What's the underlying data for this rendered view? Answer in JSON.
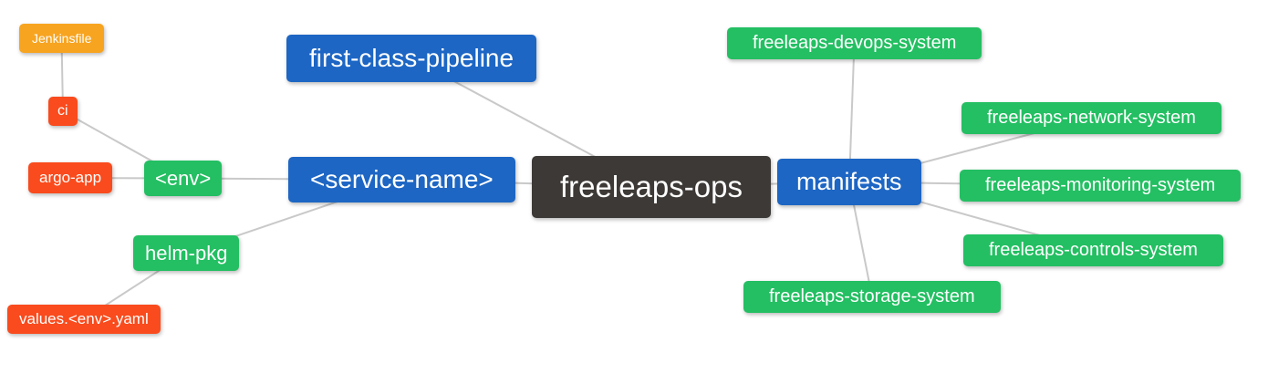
{
  "colors": {
    "root_node": "#3d3936",
    "branch_node_blue": "#1d66c4",
    "leaf_node_green": "#23bf62",
    "leaf_node_orange": "#f7a421",
    "leaf_node_red": "#f94b1d",
    "edge": "#c9c9c9",
    "node_text": "#ffffff",
    "background": "#ffffff"
  },
  "nodes": {
    "freeleaps_ops": {
      "label": "freeleaps-ops"
    },
    "first_class_pipeline": {
      "label": "first-class-pipeline"
    },
    "service_name": {
      "label": "<service-name>"
    },
    "env": {
      "label": "<env>"
    },
    "ci": {
      "label": "ci"
    },
    "jenkinsfile": {
      "label": "Jenkinsfile"
    },
    "argo_app": {
      "label": "argo-app"
    },
    "helm_pkg": {
      "label": "helm-pkg"
    },
    "values_env_yaml": {
      "label": "values.<env>.yaml"
    },
    "manifests": {
      "label": "manifests"
    },
    "devops_system": {
      "label": "freeleaps-devops-system"
    },
    "network_system": {
      "label": "freeleaps-network-system"
    },
    "monitoring_system": {
      "label": "freeleaps-monitoring-system"
    },
    "controls_system": {
      "label": "freeleaps-controls-system"
    },
    "storage_system": {
      "label": "freeleaps-storage-system"
    }
  },
  "edges": [
    {
      "from": "jenkinsfile",
      "to": "ci"
    },
    {
      "from": "ci",
      "to": "env"
    },
    {
      "from": "argo_app",
      "to": "env"
    },
    {
      "from": "env",
      "to": "service_name"
    },
    {
      "from": "helm_pkg",
      "to": "service_name"
    },
    {
      "from": "values_env_yaml",
      "to": "helm_pkg"
    },
    {
      "from": "first_class_pipeline",
      "to": "freeleaps_ops"
    },
    {
      "from": "service_name",
      "to": "freeleaps_ops"
    },
    {
      "from": "freeleaps_ops",
      "to": "manifests"
    },
    {
      "from": "manifests",
      "to": "devops_system"
    },
    {
      "from": "manifests",
      "to": "network_system"
    },
    {
      "from": "manifests",
      "to": "monitoring_system"
    },
    {
      "from": "manifests",
      "to": "controls_system"
    },
    {
      "from": "manifests",
      "to": "storage_system"
    }
  ]
}
